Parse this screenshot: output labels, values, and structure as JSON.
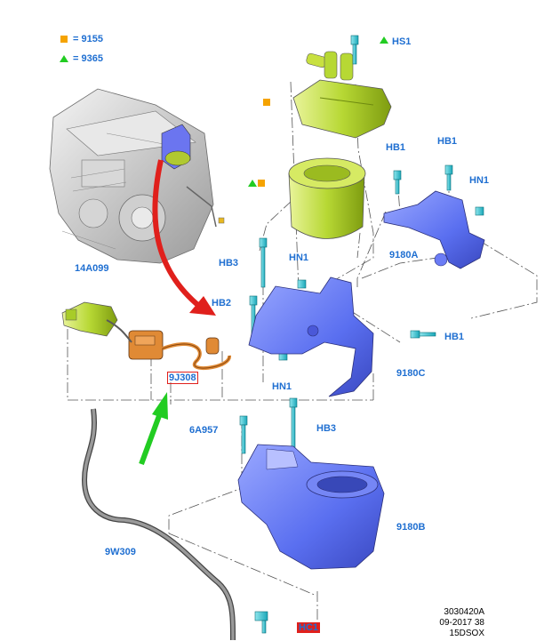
{
  "legend": [
    {
      "symbol": "square",
      "color": "#f5a300",
      "text": "= 9155"
    },
    {
      "symbol": "triangle",
      "color": "#22cc22",
      "text": "= 9365"
    }
  ],
  "callouts": {
    "hs1": "HS1",
    "hb1_top_left": "HB1",
    "hb1_top_right": "HB1",
    "hn1_top": "HN1",
    "hb3_left": "HB3",
    "hn1_mid": "HN1",
    "a14a099": "14A099",
    "hb2": "HB2",
    "b9180a": "9180A",
    "hb1_right": "HB1",
    "hn1_bottom": "HN1",
    "c9180c": "9180C",
    "j9j308": "9J308",
    "a6a957": "6A957",
    "hb3_bottom": "HB3",
    "b9180b": "9180B",
    "w9w309": "9W309",
    "hc": "HC1"
  },
  "reference": {
    "line1": "3030420A",
    "line2": "09-2017 38",
    "line3": "15DSOX"
  },
  "colors": {
    "label": "#1f6fd1",
    "filter": "#b7d834",
    "bracket": "#5a6ff0",
    "hose": "#e08a35",
    "arrow_red": "#e0201c",
    "arrow_green": "#22cc22"
  }
}
